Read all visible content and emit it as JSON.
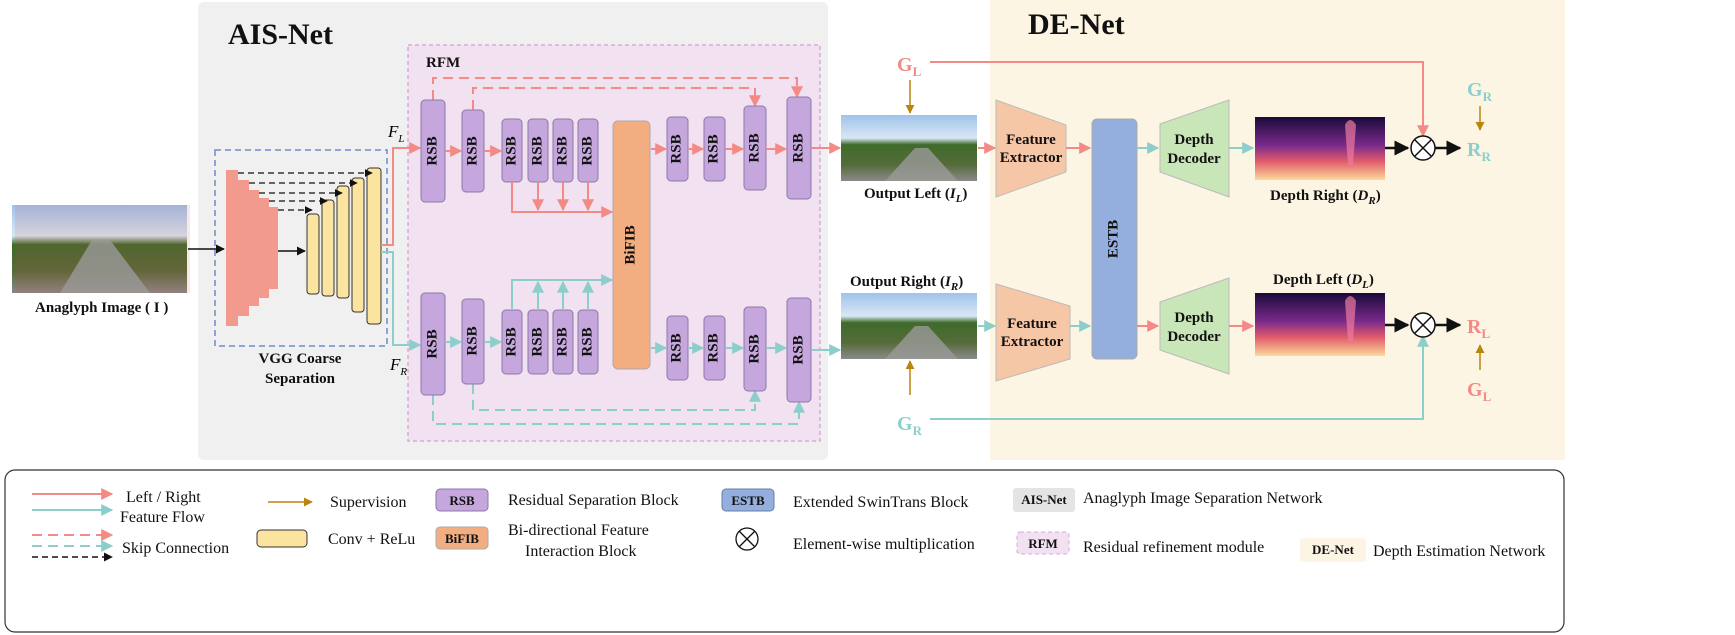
{
  "colors": {
    "left_flow": "#f48a86",
    "right_flow": "#8ccfca",
    "supervision": "#b8860b",
    "rsb": "#c5a7dd",
    "bifib": "#f2ad80",
    "estb": "#94aede",
    "feature_extractor": "#f6c7a6",
    "depth_decoder": "#c9e6b8",
    "vgg_blocks": "#f29a8e",
    "conv_relu": "#fbe3a0",
    "ais_bg": "#f0f0f0",
    "de_bg": "#fdf5e3",
    "rfm_bg": "#f1e1f1"
  },
  "regions": {
    "ais_net": "AIS-Net",
    "de_net": "DE-Net",
    "rfm": "RFM"
  },
  "labels": {
    "anaglyph_image": "Anaglyph Image ( I )",
    "vgg_line1": "VGG Coarse",
    "vgg_line2": "Separation",
    "fl": "F",
    "fl_sub": "L",
    "fr": "F",
    "fr_sub": "R",
    "output_left": "Output Left (",
    "output_left_var": "I",
    "output_left_sub": "L",
    "output_right": "Output Right  (",
    "output_right_var": "I",
    "output_right_sub": "R",
    "depth_right": "Depth Right (",
    "depth_right_var": "D",
    "depth_right_sub": "R",
    "depth_left": "Depth Left (",
    "depth_left_var": "D",
    "depth_left_sub": "L",
    "close_paren": ")"
  },
  "blocks": {
    "rsb": "RSB",
    "bifib": "BiFIB",
    "estb": "ESTB",
    "feature_extractor_l1": "Feature",
    "feature_extractor_l2": "Extractor",
    "depth_decoder_l1": "Depth",
    "depth_decoder_l2": "Decoder"
  },
  "symbols": {
    "g": "G",
    "r": "R",
    "sub_l": "L",
    "sub_r": "R"
  },
  "legend": {
    "flow_line1": "Left / Right",
    "flow_line2": "Feature Flow",
    "skip": "Skip Connection",
    "supervision": "Supervision",
    "conv_relu": "Conv + ReLu",
    "rsb_tag": "RSB",
    "rsb_desc": "Residual Separation Block",
    "bifib_tag": "BiFIB",
    "bifib_desc_l1": "Bi-directional Feature",
    "bifib_desc_l2": "Interaction Block",
    "estb_tag": "ESTB",
    "estb_desc": "Extended SwinTrans Block",
    "mult_desc": "Element-wise multiplication",
    "aisnet_tag": "AIS-Net",
    "aisnet_desc": "Anaglyph Image Separation Network",
    "rfm_tag": "RFM",
    "rfm_desc": "Residual refinement module",
    "denet_tag": "DE-Net",
    "denet_desc": "Depth Estimation Network"
  }
}
